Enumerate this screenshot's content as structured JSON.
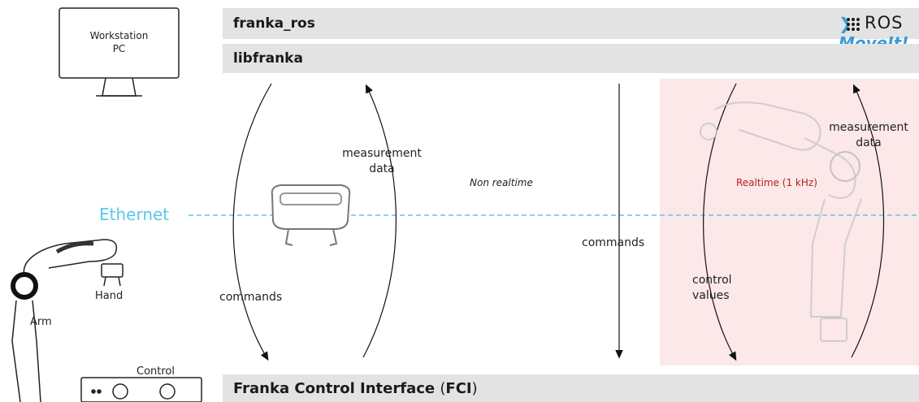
{
  "workstation": {
    "label": "Workstation\nPC"
  },
  "bars": {
    "top": {
      "title": "franka_ros",
      "logo_moveit": "MoveIt!",
      "logo_ros_text": "ROS"
    },
    "middle": {
      "title": "libfranka"
    },
    "bottom": {
      "title_main": "Franka Control Interface ",
      "title_paren_open": "(",
      "title_acronym": "FCI",
      "title_paren_close": ")"
    }
  },
  "network": {
    "label": "Ethernet",
    "color": "#5bc8e8"
  },
  "robot": {
    "hand": "Hand",
    "arm": "Arm",
    "control": "Control"
  },
  "flows": {
    "left_down": "commands",
    "left_up": "measurement\ndata",
    "non_realtime": "Non realtime",
    "right_down": "commands",
    "realtime": "Realtime (1 kHz)",
    "realtime_down": "control\nvalues",
    "realtime_up": "measurement\ndata"
  },
  "colors": {
    "realtime_panel": "#fce8e8",
    "realtime_text": "#b22222",
    "bar": "#e3e3e3",
    "moveit_blue": "#3a9bd9"
  }
}
